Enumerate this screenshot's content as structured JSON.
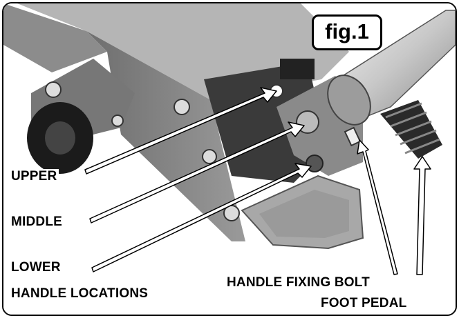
{
  "figure": {
    "label": "fig.1"
  },
  "labels": {
    "upper": "UPPER",
    "middle": "MIDDLE",
    "lower": "LOWER",
    "handle_locations": "HANDLE LOCATIONS",
    "handle_fixing_bolt": "HANDLE FIXING BOLT",
    "foot_pedal": "FOOT PEDAL"
  }
}
